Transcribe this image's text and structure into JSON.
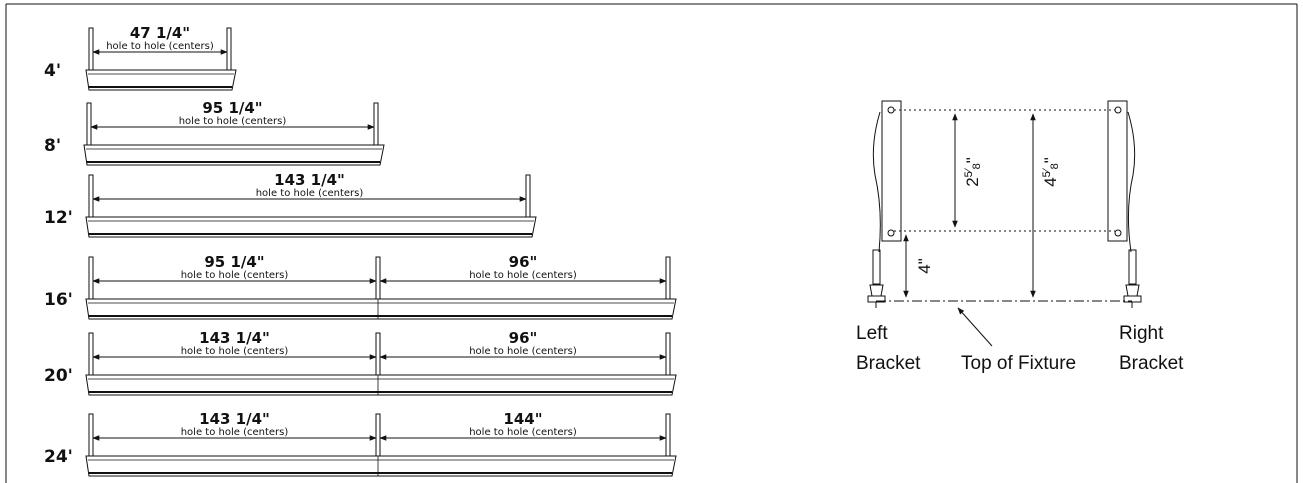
{
  "track_note": "hole to hole (centers)",
  "tracks": [
    {
      "length_label": "4'",
      "spans": [
        "47 1/4\""
      ]
    },
    {
      "length_label": "8'",
      "spans": [
        "95 1/4\""
      ]
    },
    {
      "length_label": "12'",
      "spans": [
        "143 1/4\""
      ]
    },
    {
      "length_label": "16'",
      "spans": [
        "95 1/4\"",
        "96\""
      ]
    },
    {
      "length_label": "20'",
      "spans": [
        "143 1/4\"",
        "96\""
      ]
    },
    {
      "length_label": "24'",
      "spans": [
        "143 1/4\"",
        "144\""
      ]
    }
  ],
  "bracket": {
    "left_label_line1": "Left",
    "left_label_line2": "Bracket",
    "right_label_line1": "Right",
    "right_label_line2": "Bracket",
    "top_of_fixture": "Top of Fixture",
    "dim_hole_spacing": {
      "whole": "2",
      "num": "5",
      "den": "8",
      "unit": "\""
    },
    "dim_total": {
      "whole": "4",
      "num": "5",
      "den": "8",
      "unit": "\""
    },
    "dim_drop": {
      "whole": "4",
      "unit": "\""
    }
  }
}
